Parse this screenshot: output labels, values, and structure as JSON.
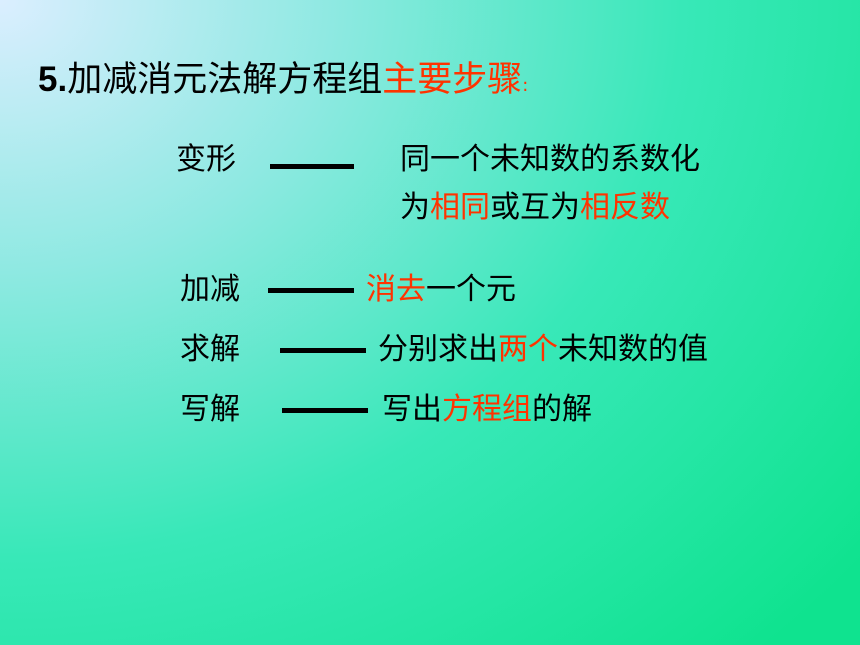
{
  "title": {
    "number": "5.",
    "main": "加减消元法解方程组",
    "highlight": "主要步骤",
    "colon": ":"
  },
  "steps": [
    {
      "label": "变形",
      "desc_lines": [
        [
          {
            "t": "同一个未知数的系数化",
            "red": false
          }
        ],
        [
          {
            "t": "为",
            "red": false
          },
          {
            "t": "相同",
            "red": true
          },
          {
            "t": "或互为",
            "red": false
          },
          {
            "t": "相反数",
            "red": true
          }
        ]
      ]
    },
    {
      "label": "加减",
      "desc_lines": [
        [
          {
            "t": "消去",
            "red": true
          },
          {
            "t": "一个元",
            "red": false
          }
        ]
      ]
    },
    {
      "label": "求解",
      "desc_lines": [
        [
          {
            "t": "分别求出",
            "red": false
          },
          {
            "t": "两个",
            "red": true
          },
          {
            "t": "未知数的值",
            "red": false
          }
        ]
      ]
    },
    {
      "label": "写解",
      "desc_lines": [
        [
          {
            "t": "写出",
            "red": false
          },
          {
            "t": "方程组",
            "red": true
          },
          {
            "t": "的解",
            "red": false
          }
        ]
      ]
    }
  ],
  "colors": {
    "highlight": "#ff3300",
    "text": "#000000"
  }
}
